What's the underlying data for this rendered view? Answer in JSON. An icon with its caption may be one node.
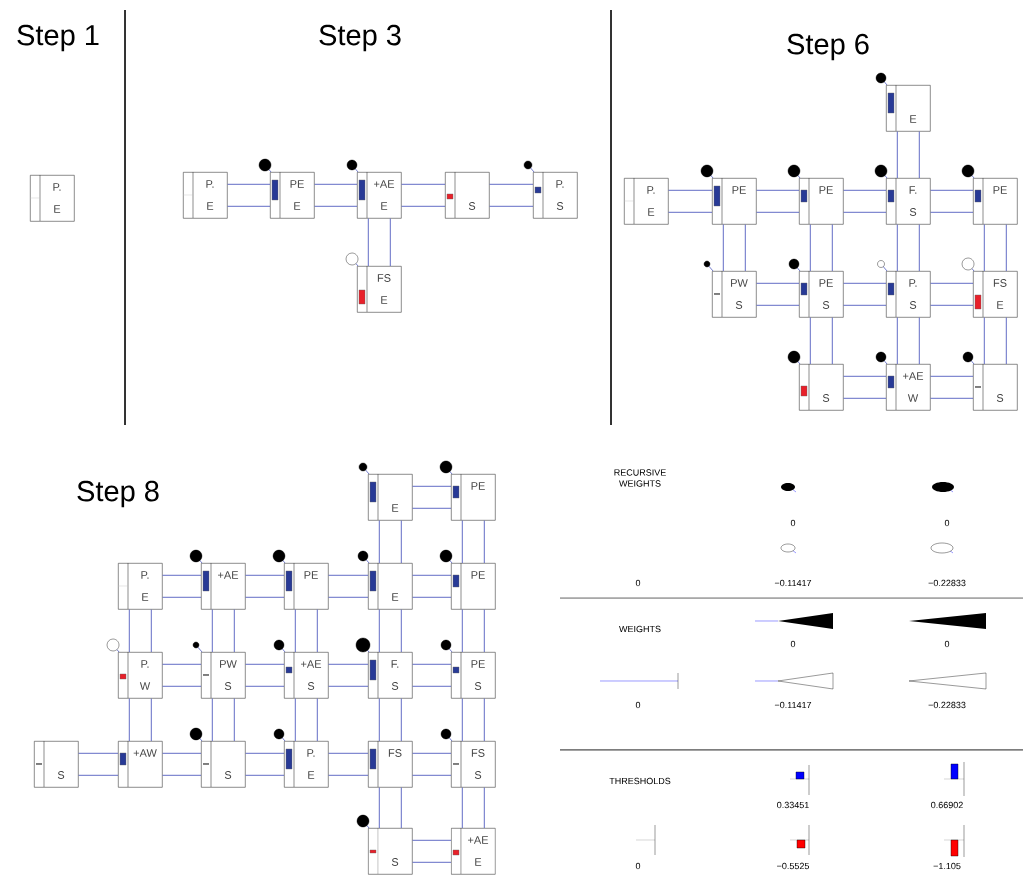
{
  "diagram": {
    "nodes": [
      {
        "text": [
          "P.",
          "E"
        ]
      },
      {
        "text": [
          "P.",
          "E"
        ]
      },
      {
        "text": [
          "PE",
          "E"
        ]
      },
      {
        "text": [
          "+AE",
          "E"
        ]
      },
      {
        "text": [
          "S"
        ]
      },
      {
        "text": [
          "P.",
          "S"
        ]
      },
      {
        "text": [
          "FS",
          "E"
        ]
      },
      {
        "text": [
          "P.",
          "E"
        ]
      },
      {
        "text": [
          "PE"
        ]
      },
      {
        "text": [
          "PE"
        ]
      },
      {
        "text": [
          "F.",
          "S"
        ]
      },
      {
        "text": [
          "PE"
        ]
      },
      {
        "text": [
          "E"
        ]
      },
      {
        "text": [
          "PW",
          "S"
        ]
      },
      {
        "text": [
          "PE",
          "S"
        ]
      },
      {
        "text": [
          "P.",
          "S"
        ]
      },
      {
        "text": [
          "FS",
          "E"
        ]
      },
      {
        "text": [
          "S"
        ]
      },
      {
        "text": [
          "+AE",
          "W"
        ]
      },
      {
        "text": [
          "S"
        ]
      },
      {
        "text": [
          "E"
        ]
      },
      {
        "text": [
          "PE"
        ]
      },
      {
        "text": [
          "P.",
          "E"
        ]
      },
      {
        "text": [
          "+AE"
        ]
      },
      {
        "text": [
          "PE"
        ]
      },
      {
        "text": [
          "E"
        ]
      },
      {
        "text": [
          "PE"
        ]
      },
      {
        "text": [
          "P.",
          "W"
        ]
      },
      {
        "text": [
          "PW",
          "S"
        ]
      },
      {
        "text": [
          "+AE",
          "S"
        ]
      },
      {
        "text": [
          "F.",
          "S"
        ]
      },
      {
        "text": [
          "PE",
          "S"
        ]
      },
      {
        "text": [
          "S"
        ]
      },
      {
        "text": [
          "+AW"
        ]
      },
      {
        "text": [
          "S"
        ]
      },
      {
        "text": [
          "P.",
          "E"
        ]
      },
      {
        "text": [
          "FS"
        ]
      },
      {
        "text": [
          "FS",
          "S"
        ]
      },
      {
        "text": [
          "S"
        ]
      },
      {
        "text": [
          "+AE",
          "E"
        ]
      }
    ],
    "edges": [
      {
        "from": 1,
        "to": 2,
        "arrow": "none"
      },
      {
        "from": 1,
        "to": 2,
        "arrow": "none"
      },
      {
        "from": 2,
        "to": 3,
        "arrow": "none"
      },
      {
        "from": 2,
        "to": 3,
        "arrow": "none"
      },
      {
        "from": 3,
        "to": 4,
        "arrow": "none"
      },
      {
        "from": 3,
        "to": 4,
        "arrow": "none"
      },
      {
        "from": 4,
        "to": 5,
        "arrow": "none"
      },
      {
        "from": 4,
        "to": 5,
        "arrow": "none"
      },
      {
        "from": 3,
        "to": 6,
        "arrow": "none"
      },
      {
        "from": 3,
        "to": 6,
        "arrow": "none"
      },
      {
        "from": 7,
        "to": 8,
        "arrow": "none"
      },
      {
        "from": 7,
        "to": 8,
        "arrow": "none"
      },
      {
        "from": 8,
        "to": 9,
        "arrow": "none"
      },
      {
        "from": 8,
        "to": 9,
        "arrow": "none"
      },
      {
        "from": 9,
        "to": 10,
        "arrow": "none"
      },
      {
        "from": 9,
        "to": 10,
        "arrow": "none"
      },
      {
        "from": 10,
        "to": 11,
        "arrow": "none"
      },
      {
        "from": 10,
        "to": 11,
        "arrow": "none"
      },
      {
        "from": 12,
        "to": 10,
        "arrow": "none"
      },
      {
        "from": 12,
        "to": 10,
        "arrow": "none"
      },
      {
        "from": 8,
        "to": 13,
        "arrow": "none"
      },
      {
        "from": 8,
        "to": 13,
        "arrow": "none"
      },
      {
        "from": 9,
        "to": 14,
        "arrow": "none"
      },
      {
        "from": 9,
        "to": 14,
        "arrow": "none"
      },
      {
        "from": 10,
        "to": 15,
        "arrow": "none"
      },
      {
        "from": 10,
        "to": 15,
        "arrow": "none"
      },
      {
        "from": 11,
        "to": 16,
        "arrow": "none"
      },
      {
        "from": 11,
        "to": 16,
        "arrow": "none"
      },
      {
        "from": 13,
        "to": 14,
        "arrow": "none"
      },
      {
        "from": 13,
        "to": 14,
        "arrow": "none"
      },
      {
        "from": 14,
        "to": 15,
        "arrow": "none"
      },
      {
        "from": 14,
        "to": 15,
        "arrow": "none"
      },
      {
        "from": 15,
        "to": 16,
        "arrow": "none"
      },
      {
        "from": 15,
        "to": 16,
        "arrow": "none"
      },
      {
        "from": 14,
        "to": 17,
        "arrow": "none"
      },
      {
        "from": 14,
        "to": 17,
        "arrow": "none"
      },
      {
        "from": 15,
        "to": 18,
        "arrow": "none"
      },
      {
        "from": 15,
        "to": 18,
        "arrow": "none"
      },
      {
        "from": 16,
        "to": 19,
        "arrow": "none"
      },
      {
        "from": 16,
        "to": 19,
        "arrow": "none"
      },
      {
        "from": 17,
        "to": 18,
        "arrow": "none"
      },
      {
        "from": 17,
        "to": 18,
        "arrow": "none"
      },
      {
        "from": 18,
        "to": 19,
        "arrow": "none"
      },
      {
        "from": 18,
        "to": 19,
        "arrow": "none"
      },
      {
        "from": 20,
        "to": 21,
        "arrow": "none"
      },
      {
        "from": 20,
        "to": 21,
        "arrow": "none"
      },
      {
        "from": 20,
        "to": 25,
        "arrow": "none"
      },
      {
        "from": 20,
        "to": 25,
        "arrow": "none"
      },
      {
        "from": 21,
        "to": 26,
        "arrow": "none"
      },
      {
        "from": 21,
        "to": 26,
        "arrow": "none"
      },
      {
        "from": 22,
        "to": 23,
        "arrow": "none"
      },
      {
        "from": 22,
        "to": 23,
        "arrow": "none"
      },
      {
        "from": 23,
        "to": 24,
        "arrow": "none"
      },
      {
        "from": 23,
        "to": 24,
        "arrow": "none"
      },
      {
        "from": 24,
        "to": 25,
        "arrow": "none"
      },
      {
        "from": 24,
        "to": 25,
        "arrow": "none"
      },
      {
        "from": 25,
        "to": 26,
        "arrow": "none"
      },
      {
        "from": 25,
        "to": 26,
        "arrow": "none"
      },
      {
        "from": 22,
        "to": 27,
        "arrow": "none"
      },
      {
        "from": 22,
        "to": 27,
        "arrow": "none"
      },
      {
        "from": 23,
        "to": 28,
        "arrow": "none"
      },
      {
        "from": 23,
        "to": 28,
        "arrow": "none"
      },
      {
        "from": 24,
        "to": 29,
        "arrow": "none"
      },
      {
        "from": 24,
        "to": 29,
        "arrow": "none"
      },
      {
        "from": 25,
        "to": 30,
        "arrow": "none"
      },
      {
        "from": 25,
        "to": 30,
        "arrow": "none"
      },
      {
        "from": 26,
        "to": 31,
        "arrow": "none"
      },
      {
        "from": 26,
        "to": 31,
        "arrow": "none"
      },
      {
        "from": 27,
        "to": 28,
        "arrow": "none"
      },
      {
        "from": 27,
        "to": 28,
        "arrow": "none"
      },
      {
        "from": 28,
        "to": 29,
        "arrow": "none"
      },
      {
        "from": 28,
        "to": 29,
        "arrow": "none"
      },
      {
        "from": 29,
        "to": 30,
        "arrow": "none"
      },
      {
        "from": 29,
        "to": 30,
        "arrow": "none"
      },
      {
        "from": 30,
        "to": 31,
        "arrow": "none"
      },
      {
        "from": 30,
        "to": 31,
        "arrow": "none"
      },
      {
        "from": 27,
        "to": 33,
        "arrow": "none"
      },
      {
        "from": 27,
        "to": 33,
        "arrow": "none"
      },
      {
        "from": 28,
        "to": 34,
        "arrow": "none"
      },
      {
        "from": 28,
        "to": 34,
        "arrow": "none"
      },
      {
        "from": 29,
        "to": 35,
        "arrow": "none"
      },
      {
        "from": 29,
        "to": 35,
        "arrow": "none"
      },
      {
        "from": 30,
        "to": 36,
        "arrow": "none"
      },
      {
        "from": 30,
        "to": 36,
        "arrow": "none"
      },
      {
        "from": 31,
        "to": 37,
        "arrow": "none"
      },
      {
        "from": 31,
        "to": 37,
        "arrow": "none"
      },
      {
        "from": 32,
        "to": 33,
        "arrow": "none"
      },
      {
        "from": 32,
        "to": 33,
        "arrow": "none"
      },
      {
        "from": 33,
        "to": 34,
        "arrow": "none"
      },
      {
        "from": 33,
        "to": 34,
        "arrow": "none"
      },
      {
        "from": 34,
        "to": 35,
        "arrow": "none"
      },
      {
        "from": 34,
        "to": 35,
        "arrow": "none"
      },
      {
        "from": 35,
        "to": 36,
        "arrow": "none"
      },
      {
        "from": 35,
        "to": 36,
        "arrow": "none"
      },
      {
        "from": 36,
        "to": 37,
        "arrow": "none"
      },
      {
        "from": 36,
        "to": 37,
        "arrow": "none"
      },
      {
        "from": 36,
        "to": 38,
        "arrow": "none"
      },
      {
        "from": 36,
        "to": 38,
        "arrow": "none"
      },
      {
        "from": 37,
        "to": 39,
        "arrow": "none"
      },
      {
        "from": 37,
        "to": 39,
        "arrow": "none"
      },
      {
        "from": 38,
        "to": 39,
        "arrow": "none"
      },
      {
        "from": 38,
        "to": 39,
        "arrow": "none"
      }
    ],
    "labels": [
      "Step 1",
      "Step 3",
      "Step 6",
      "Step 8",
      "RECURSIVE WEIGHTS",
      "0",
      "0",
      "0",
      "−0.11417",
      "−0.22833",
      "WEIGHTS",
      "0",
      "0",
      "0",
      "−0.11417",
      "−0.22833",
      "THRESHOLDS",
      "0.33451",
      "0.66902",
      "0",
      "−0.5525",
      "−1.105"
    ]
  }
}
